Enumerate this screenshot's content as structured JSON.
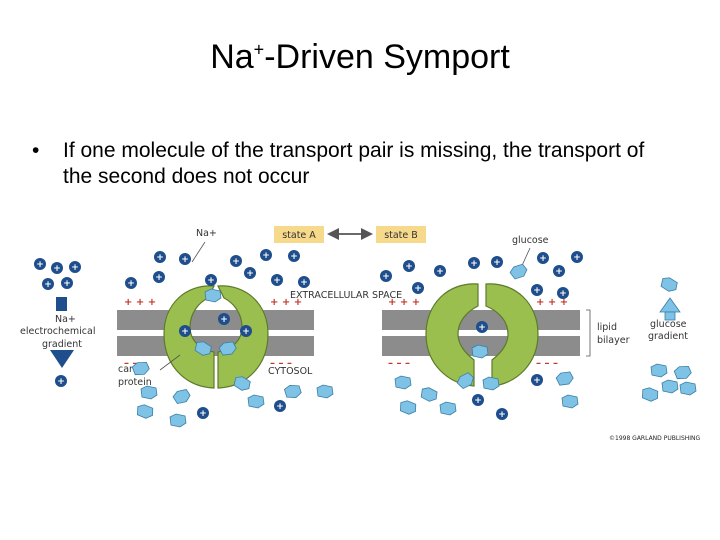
{
  "slide": {
    "title_main": "Na",
    "title_sup": "+",
    "title_rest": "-Driven Symport",
    "bullet": "•",
    "bullet_text": "If one molecule of the transport pair is missing, the transport of the second does not occur"
  },
  "diagram": {
    "na_label": "Na+",
    "state_a": "state A",
    "state_b": "state B",
    "glucose_label": "glucose",
    "extracellular": "EXTRACELLULAR SPACE",
    "cytosol": "CYTOSOL",
    "carrier_protein_1": "carrier",
    "carrier_protein_2": "protein",
    "lipid_1": "lipid",
    "lipid_2": "bilayer",
    "na_gradient_1": "Na+",
    "na_gradient_2": "electrochemical",
    "na_gradient_3": "gradient",
    "glucose_gradient_1": "glucose",
    "glucose_gradient_2": "gradient",
    "copyright": "©1998 GARLAND PUBLISHING",
    "colors": {
      "sodium": "#1f4e8c",
      "glucose": "#7ec3e6",
      "protein": "#9bbf4f",
      "membrane": "#8c8c8c",
      "state_box": "#f6d98a",
      "arrow_blue": "#2a6fb5"
    }
  }
}
